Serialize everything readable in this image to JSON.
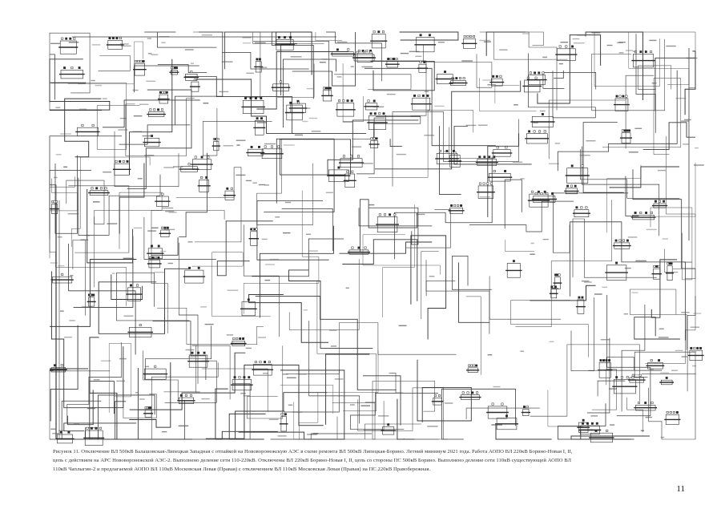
{
  "figure": {
    "caption_lines": [
      "Рисунок 11. Отключение ВЛ 500кВ Балашовская-Липецкая Западная с отпайкой на Нововоронежскую АЭС в схеме ремонта ВЛ 500кВ Липецкая-Борино. Летний минимум 2021 года. Работа АОПО ВЛ 220кВ Борино-Новая I, II,",
      "цепь с действием на АРС Нововоронежской АЭС-2. Выполнено деление сети 110-220кВ. Отключены ВЛ 220кВ Борино-Новая I, II, цепь со стороны ПС 500кВ Борино. Выполнено деление сети 110кВ существующей АОПО ВЛ",
      "110кВ Чаплыгин-2 и предлагаемой АОПО ВЛ 110кВ Московская Левая (Правая) с отключением ВЛ 110кВ Московская Левая (Правая) на ПС 220кВ Правобережная."
    ]
  },
  "page": {
    "number": "11"
  },
  "colors": {
    "line": "#3a3a3a",
    "background": "#ffffff"
  }
}
